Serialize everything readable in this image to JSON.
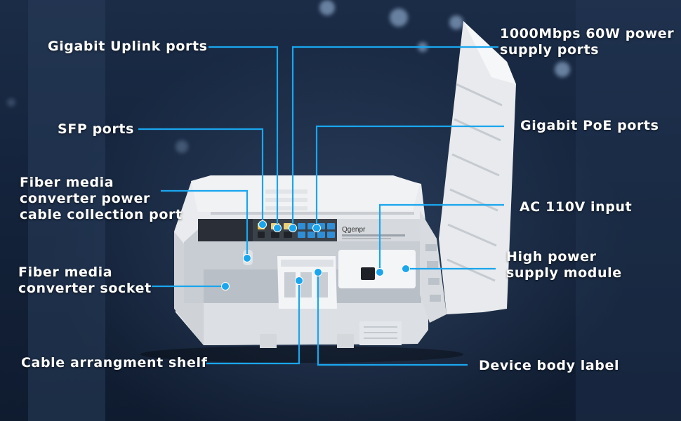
{
  "brand_text": "Qgenpr",
  "labels": {
    "gigabit_uplink": "Gigabit Uplink ports",
    "sfp": "SFP ports",
    "fiber_power": "Fiber media\nconverter power\ncable collection port",
    "fiber_socket": "Fiber media\nconverter socket",
    "cable_shelf": "Cable arrangment shelf",
    "poe_supply": "1000Mbps 60W power\nsupply ports",
    "gigabit_poe": "Gigabit PoE ports",
    "ac_input": "AC 110V input",
    "psu_module": "High power\nsupply module",
    "body_label": "Device body label"
  },
  "colors": {
    "leader_line": "#1aa6ee",
    "dot": "#1aa6ee",
    "text": "#ffffff"
  }
}
